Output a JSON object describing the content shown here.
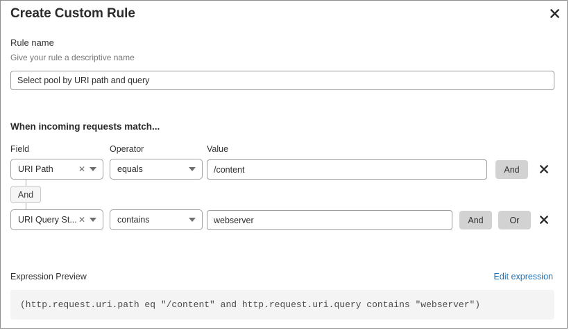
{
  "dialog": {
    "title": "Create Custom Rule",
    "close_icon": "close-icon"
  },
  "rule_name": {
    "label": "Rule name",
    "sublabel": "Give your rule a descriptive name",
    "value": "Select pool by URI path and query",
    "placeholder": "Select pool by URI path and query"
  },
  "conditions": {
    "heading": "When incoming requests match...",
    "columns": {
      "field": "Field",
      "operator": "Operator",
      "value": "Value"
    },
    "connector": {
      "label": "And"
    },
    "rows": [
      {
        "field": "URI Path",
        "operator": "equals",
        "value": "/content",
        "and_label": "And",
        "or_label": null,
        "clear_icon": "clear-icon",
        "caret_icon": "chevron-down-icon",
        "delete_icon": "close-icon"
      },
      {
        "field": "URI Query St...",
        "operator": "contains",
        "value": "webserver",
        "and_label": "And",
        "or_label": "Or",
        "clear_icon": "clear-icon",
        "caret_icon": "chevron-down-icon",
        "delete_icon": "close-icon"
      }
    ]
  },
  "preview": {
    "label": "Expression Preview",
    "edit_link": "Edit expression",
    "expression": "(http.request.uri.path eq \"/content\" and http.request.uri.query contains \"webserver\")"
  },
  "colors": {
    "link": "#2273b5",
    "logic_button_bg": "#d2d2d2",
    "code_bg": "#f4f4f4",
    "connector_bg": "#f5f5f5"
  }
}
